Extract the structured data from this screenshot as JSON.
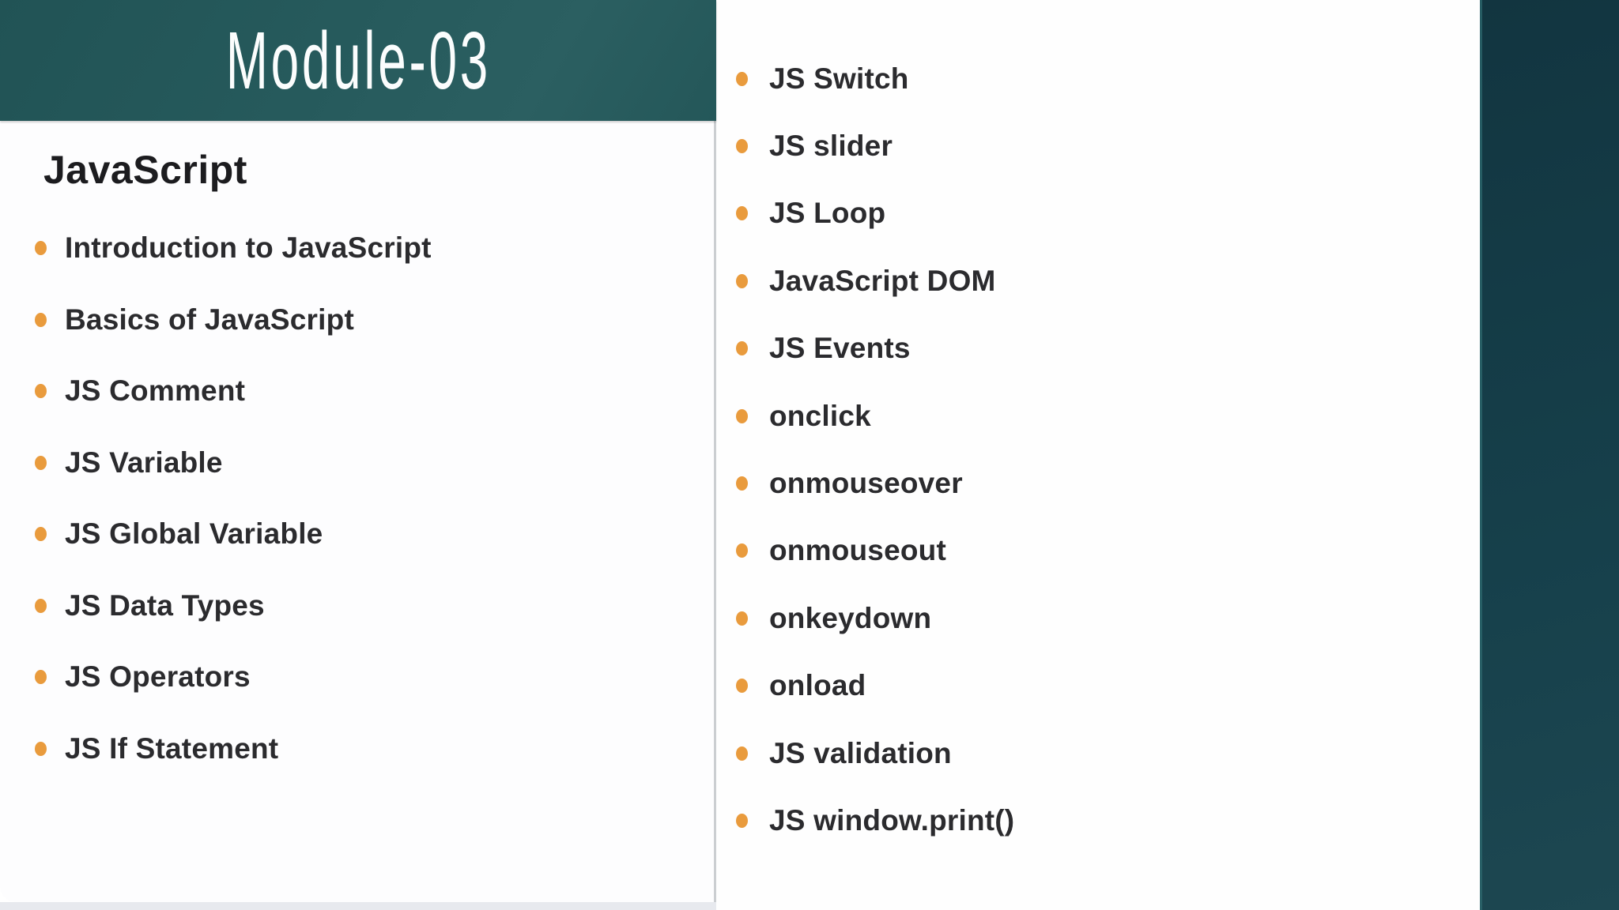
{
  "slide": {
    "header": {
      "title": "Module-03"
    },
    "left_column": {
      "heading": "JavaScript",
      "items": [
        "Introduction to JavaScript",
        "Basics of JavaScript",
        "JS Comment",
        "JS Variable",
        "JS Global Variable",
        "JS Data Types",
        "JS Operators",
        "JS If Statement"
      ]
    },
    "right_column": {
      "items": [
        "JS Switch",
        "JS slider",
        "JS Loop",
        "JavaScript DOM",
        "JS Events",
        "onclick",
        "onmouseover",
        "onmouseout",
        "onkeydown",
        "onload",
        "JS validation",
        "JS window.print()"
      ]
    },
    "colors": {
      "header_teal": "#265a5c",
      "background_dark_teal": "#123540",
      "bullet_orange": "#e99b3d",
      "text_dark": "#2b2b2e",
      "heading_dark": "#1c1c1f"
    }
  }
}
